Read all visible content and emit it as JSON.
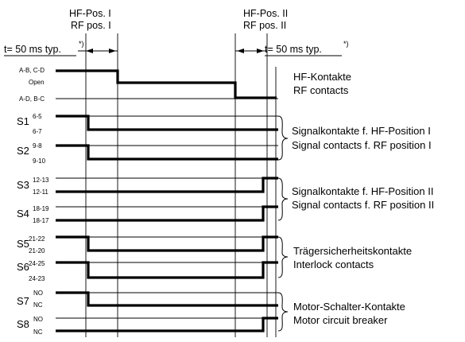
{
  "header": {
    "pos1_line1": "HF-Pos. I",
    "pos1_line2": "RF pos. I",
    "pos2_line1": "HF-Pos. II",
    "pos2_line2": "RF pos. II",
    "timing_left": "t= 50 ms typ.",
    "timing_right": "t= 50 ms typ.",
    "timing_footnote": "*)"
  },
  "rows": {
    "hf": {
      "top": "A-B, C-D",
      "mid": "Open",
      "bottom": "A-D, B-C"
    },
    "s1": {
      "label": "S1",
      "top": "6-5",
      "bottom": "6-7"
    },
    "s2": {
      "label": "S2",
      "top": "9-8",
      "bottom": "9-10"
    },
    "s3": {
      "label": "S3",
      "top": "12-13",
      "bottom": "12-11"
    },
    "s4": {
      "label": "S4",
      "top": "18-19",
      "bottom": "18-17"
    },
    "s5": {
      "label": "S5",
      "top": "21-22",
      "bottom": "21-20"
    },
    "s6": {
      "label": "S6",
      "top": "24-25",
      "bottom": "24-23"
    },
    "s7": {
      "label": "S7",
      "top": "NO",
      "bottom": "NC"
    },
    "s8": {
      "label": "S8",
      "top": "NO",
      "bottom": "NC"
    }
  },
  "descriptions": {
    "hf_de": "HF-Kontakte",
    "hf_en": "RF contacts",
    "g1_de": "Signalkontakte f. HF-Position I",
    "g1_en": "Signal contacts f. RF position I",
    "g2_de": "Signalkontakte f. HF-Position II",
    "g2_en": "Signal contacts f. RF position II",
    "g3_de": "Trägersicherheitskontakte",
    "g3_en": "Interlock contacts",
    "g4_de": "Motor-Schalter-Kontakte",
    "g4_en": "Motor circuit breaker"
  }
}
